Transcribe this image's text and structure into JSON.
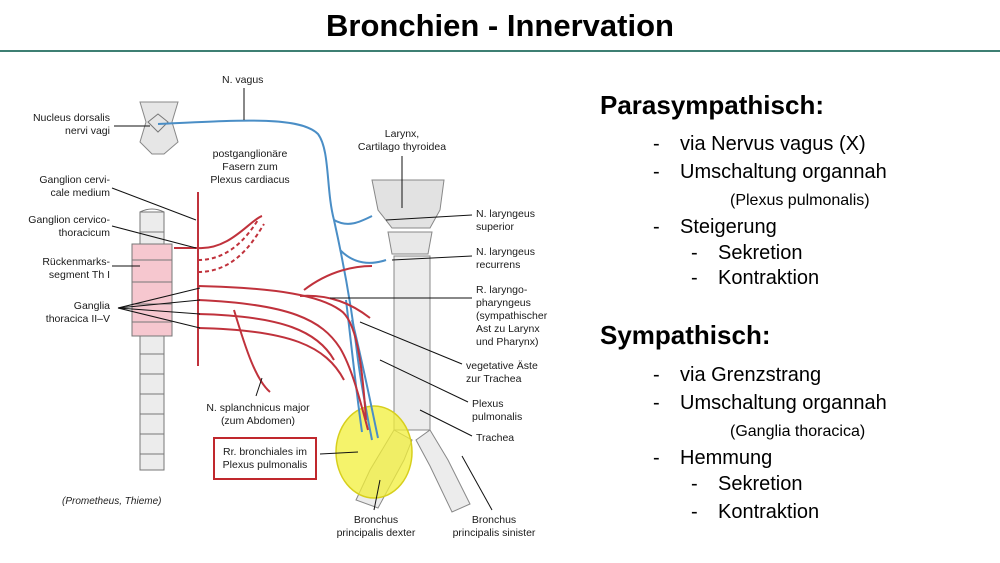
{
  "slide": {
    "title": "Bronchien - Innervation"
  },
  "figure": {
    "labels": {
      "n_vagus": "N. vagus",
      "nucleus": "Nucleus dorsalis\nnervi vagi",
      "postganglionaer": "postganglionäre\nFasern zum\nPlexus cardiacus",
      "larynx": "Larynx,\nCartilago thyroidea",
      "ganglion_medium": "Ganglion cervi-\ncale medium",
      "ganglion_cervicothoracicum": "Ganglion cervico-\nthoracicum",
      "rueckenmark": "Rückenmarks-\nsegment Th I",
      "ganglia_thoracica": "Ganglia\nthoracica II–V",
      "n_laryngeus_superior": "N. laryngeus\nsuperior",
      "n_laryngeus_recurrens": "N. laryngeus\nrecurrens",
      "r_laryngopharyngeus": "R. laryngo-\npharyngeus\n(sympathischer\nAst zu Larynx\nund Pharynx)",
      "vegetative_aeste": "vegetative Äste\nzur Trachea",
      "plexus_pulmonalis": "Plexus\npulmonalis",
      "trachea": "Trachea",
      "n_splanchnicus": "N. splanchnicus major\n(zum Abdomen)",
      "rr_bronchiales": "Rr. bronchiales im\nPlexus pulmonalis",
      "bronchus_dexter": "Bronchus\nprincipalis dexter",
      "bronchus_sinister": "Bronchus\nprincipalis sinister"
    },
    "credit": "(Prometheus, Thieme)",
    "colors": {
      "vagus": "#4a8ec6",
      "sympathetic": "#c0323c",
      "highlight": "#f2ef3a",
      "spinal_fill": "#f6c7cf",
      "title_rule": "#3d7f73"
    }
  },
  "parasympathisch": {
    "heading": "Parasympathisch:",
    "items": [
      {
        "dash": "-",
        "text": "via Nervus vagus (X)"
      },
      {
        "dash": "-",
        "text": "Umschaltung organnah"
      },
      {
        "note": "(Plexus pulmonalis)"
      },
      {
        "dash": "-",
        "text": "Steigerung"
      },
      {
        "dash": "-",
        "text": "Sekretion"
      },
      {
        "dash": "-",
        "text": "Kontraktion"
      }
    ]
  },
  "sympathisch": {
    "heading": "Sympathisch:",
    "items": [
      {
        "dash": "-",
        "text": "via Grenzstrang"
      },
      {
        "dash": "-",
        "text": "Umschaltung organnah"
      },
      {
        "note": "(Ganglia thoracica)"
      },
      {
        "dash": "-",
        "text": "Hemmung"
      },
      {
        "dash": "-",
        "text": "Sekretion"
      },
      {
        "dash": "-",
        "text": "Kontraktion"
      }
    ]
  }
}
